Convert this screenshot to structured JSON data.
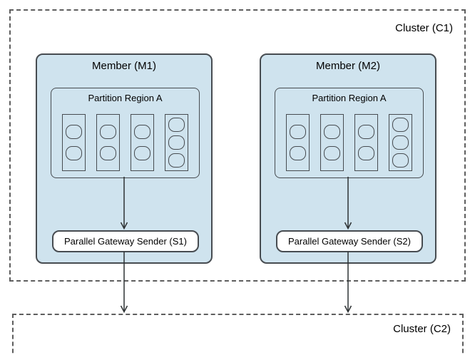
{
  "cluster_c1": {
    "label": "Cluster (C1)"
  },
  "cluster_c2": {
    "label": "Cluster (C2)"
  },
  "members": [
    {
      "label": "Member (M1)",
      "region": {
        "label": "Partition Region A",
        "bucket_columns": [
          2,
          2,
          2,
          3
        ]
      },
      "sender": {
        "label": "Parallel Gateway Sender (S1)"
      }
    },
    {
      "label": "Member (M2)",
      "region": {
        "label": "Partition Region A",
        "bucket_columns": [
          2,
          2,
          2,
          3
        ]
      },
      "sender": {
        "label": "Parallel Gateway Sender (S2)"
      }
    }
  ],
  "colors": {
    "member_fill": "#cfe3ee",
    "box_border": "#474c51",
    "dashed_border": "#5e5e5e",
    "arrow": "#2e3234",
    "sender_fill": "#ffffff",
    "background": "#ffffff",
    "text": "#000000"
  }
}
